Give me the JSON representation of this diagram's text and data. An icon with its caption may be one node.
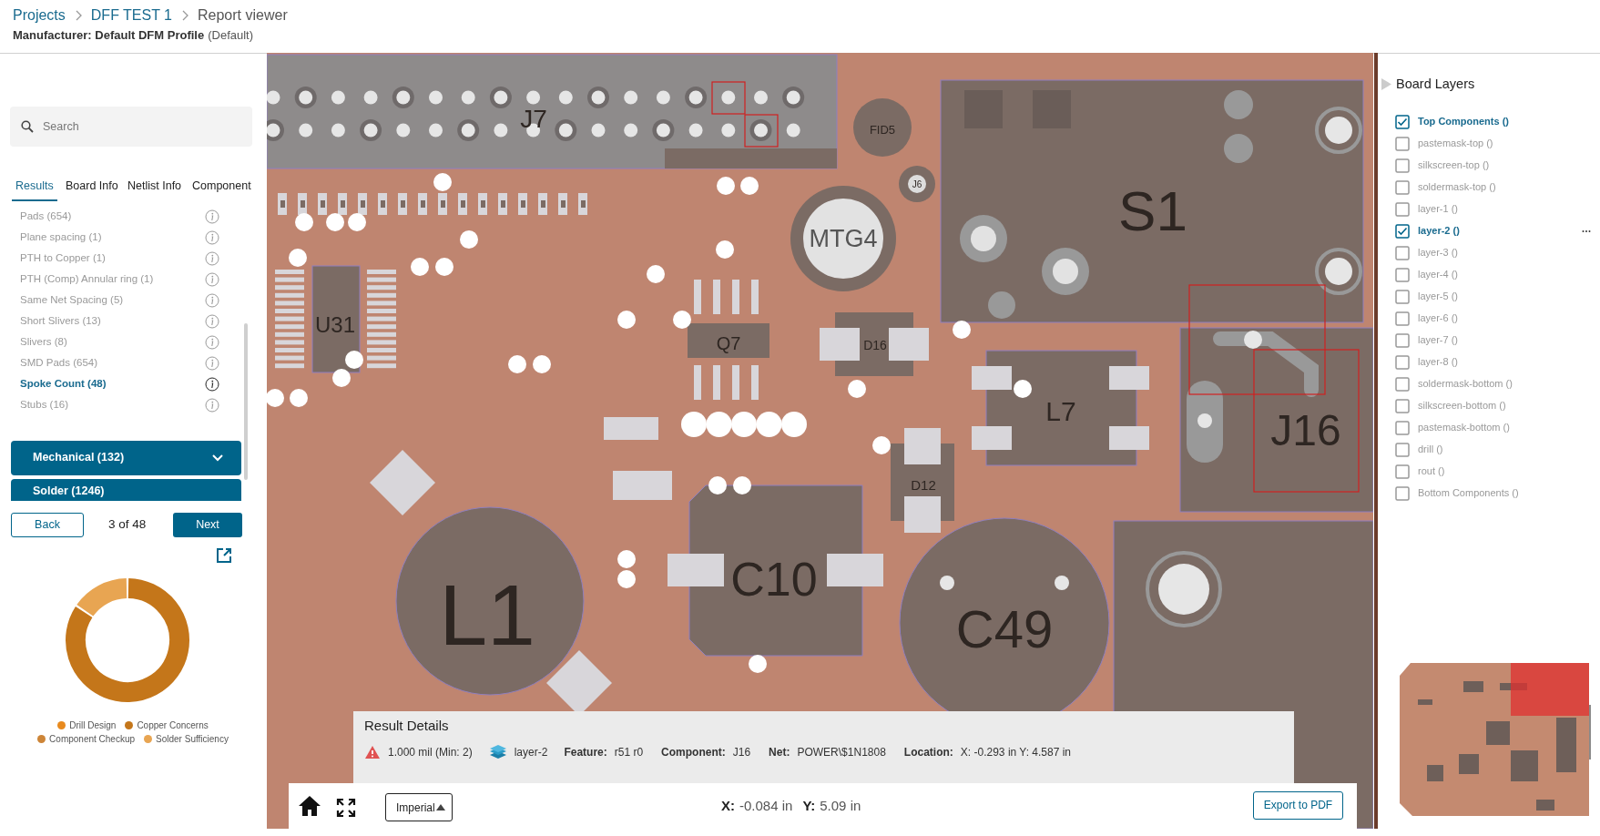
{
  "diagram": {
    "labels": [
      "Projects",
      "DFF TEST 1",
      "Report viewer",
      "Manufacturer: Default DFM Profile",
      "(Default)",
      "Search",
      "Results",
      "Board Info",
      "Netlist Info",
      "Component",
      "Pads (654)",
      "Plane spacing (1)",
      "PTH to Copper (1)",
      "PTH (Comp) Annular ring (1)",
      "Same Net Spacing (5)",
      "Short Slivers (13)",
      "Slivers (8)",
      "SMD Pads (654)",
      "Spoke Count (48)",
      "Stubs (16)",
      "Mechanical (132)",
      "Solder (1246)",
      "Back",
      "3 of 48",
      "Next",
      "J7",
      "FID5",
      "J6",
      "MTG4",
      "S1",
      "U31",
      "Q7",
      "D16",
      "L7",
      "J16",
      "D12",
      "L1",
      "C10",
      "C49",
      "Result Details",
      "1.000 mil (Min: 2)",
      "layer-2",
      "Feature:",
      "r51 r0",
      "Component:",
      "J16",
      "Net:",
      "POWER\\$1N1808",
      "Location:",
      "X: -0.293 in Y: 4.587 in",
      "Imperial",
      "X:",
      "-0.084 in",
      "Y:",
      "5.09 in",
      "Export to PDF",
      "Board Layers",
      "Top Components ()",
      "pastemask-top ()",
      "silkscreen-top ()",
      "soldermask-top ()",
      "layer-1 ()",
      "layer-2 ()",
      "layer-3 ()",
      "layer-4 ()",
      "layer-5 ()",
      "layer-6 ()",
      "layer-7 ()",
      "layer-8 ()",
      "soldermask-bottom ()",
      "silkscreen-bottom ()",
      "pastemask-bottom ()",
      "drill ()",
      "rout ()",
      "Bottom Components ()"
    ],
    "legend": [
      {
        "text": "Drill Design",
        "color": "#e88a1e"
      },
      {
        "text": "Copper Concerns",
        "color": "#c4761a"
      },
      {
        "text": "Component Checkup",
        "color": "#cd8537"
      },
      {
        "text": "Solder Sufficiency",
        "color": "#e8a552"
      }
    ]
  }
}
